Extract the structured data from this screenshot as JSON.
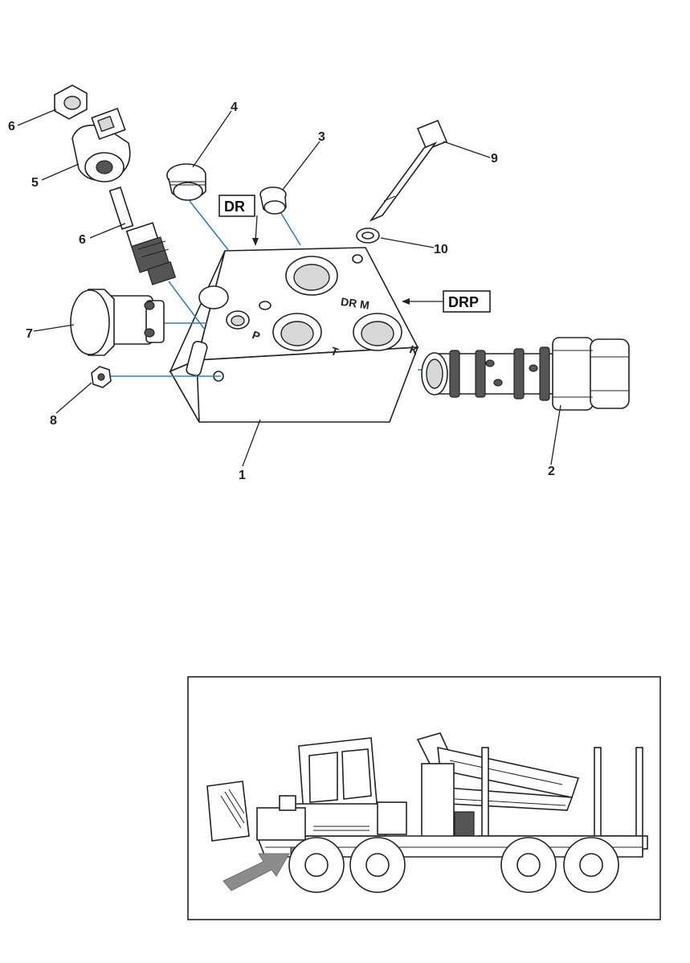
{
  "callouts": {
    "n1": "1",
    "n2": "2",
    "n3": "3",
    "n4": "4",
    "n5": "5",
    "n6a": "6",
    "n6b": "6",
    "n7": "7",
    "n8": "8",
    "n9": "9",
    "n10": "10"
  },
  "box_labels": {
    "dr": "DR",
    "drp": "DRP"
  },
  "ports": {
    "p": "P",
    "t": "T",
    "k": "K",
    "drm": "DR M"
  },
  "colors": {
    "leader_line": "#2f7fc0",
    "arrow": "#8c8c8c"
  }
}
